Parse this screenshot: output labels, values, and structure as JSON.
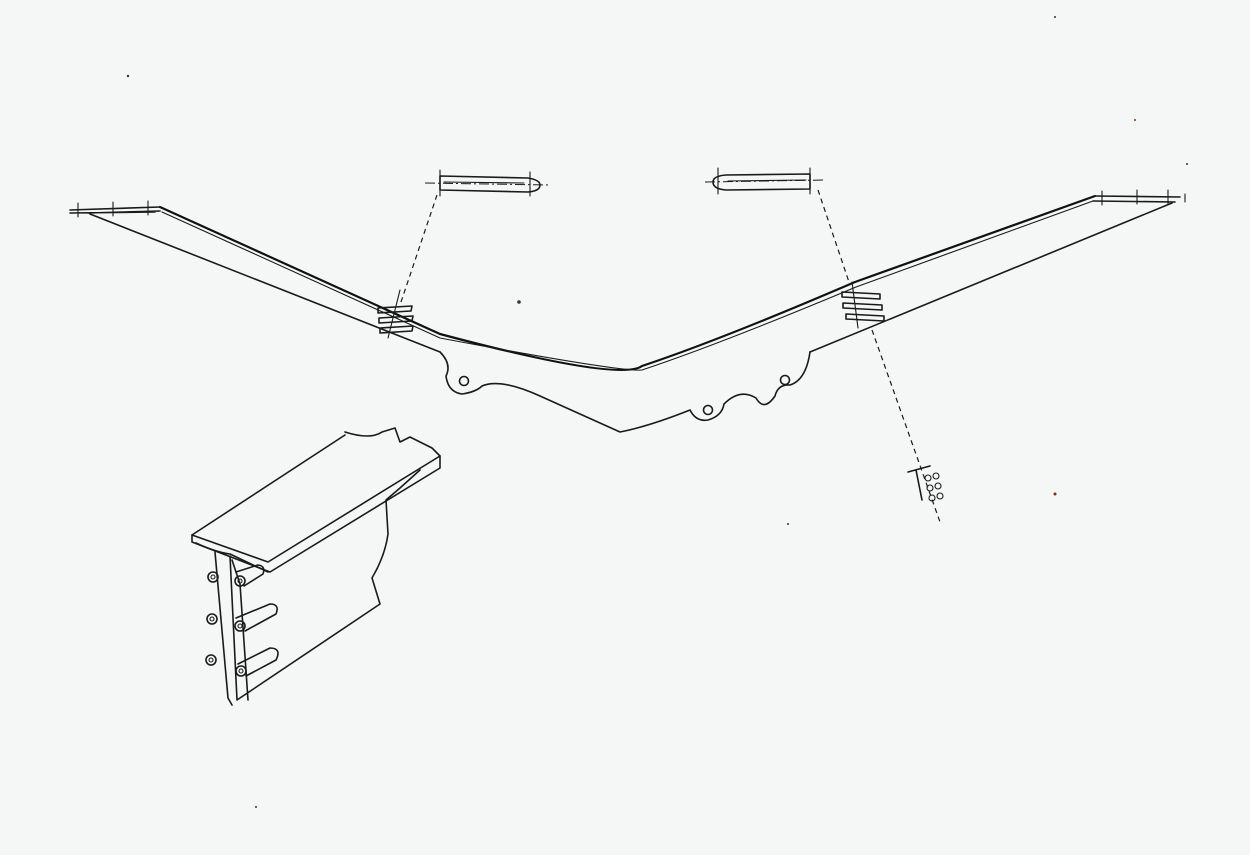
{
  "drawing": {
    "ink_color": "#1a1a1a",
    "paper_color": "#f4f7f6"
  },
  "parts": [
    {
      "id": "v-bar",
      "icon": "v-shaped-bar-icon"
    },
    {
      "id": "left-pin",
      "icon": "pin-detail-icon"
    },
    {
      "id": "right-pin",
      "icon": "pin-detail-icon"
    },
    {
      "id": "left-slot-group",
      "icon": "slots-icon"
    },
    {
      "id": "right-slot-group",
      "icon": "slots-icon"
    },
    {
      "id": "bottom-lugs",
      "icon": "lug-icon"
    },
    {
      "id": "right-fastener",
      "icon": "fastener-icon"
    },
    {
      "id": "profile-section",
      "icon": "t-profile-section-icon"
    }
  ]
}
